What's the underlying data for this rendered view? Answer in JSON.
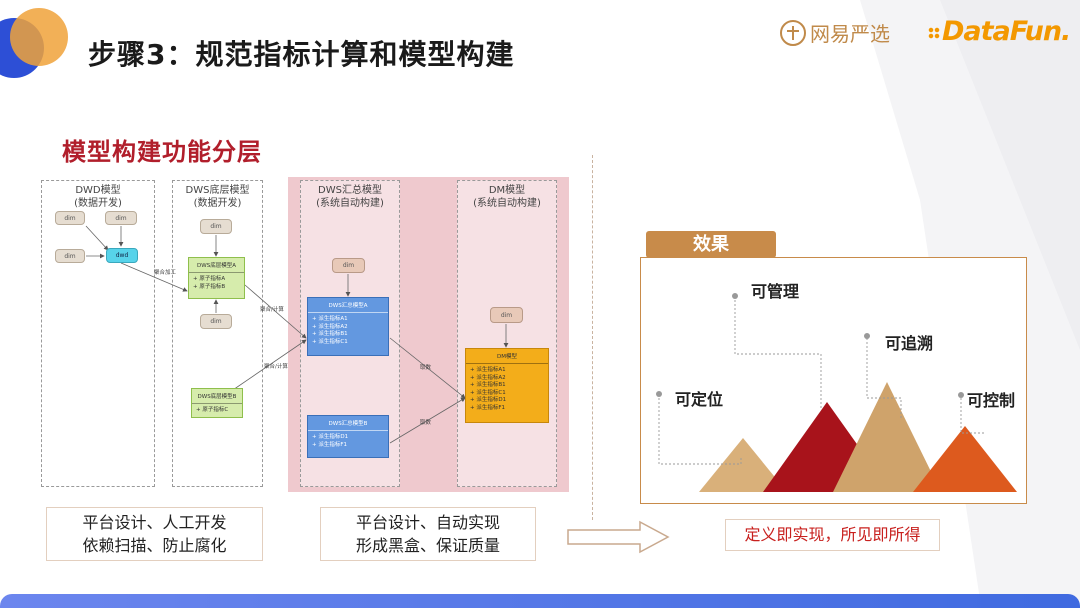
{
  "header": {
    "title": "步骤3：规范指标计算和模型构建",
    "logo_yanxuan": "网易严选",
    "logo_datafun": "DataFun."
  },
  "section_title": "模型构建功能分层",
  "layers": {
    "dwd": {
      "title": "DWD模型",
      "subtitle": "(数据开发)"
    },
    "dws_base": {
      "title": "DWS底层模型",
      "subtitle": "(数据开发)"
    },
    "dws_summary": {
      "title": "DWS汇总模型",
      "subtitle": "(系统自动构建)"
    },
    "dm": {
      "title": "DM模型",
      "subtitle": "(系统自动构建)"
    }
  },
  "nodes": {
    "dim": "dim",
    "dwd": "dwd",
    "dws_base_a": {
      "name": "DWS底层模型A",
      "items": [
        "原子指标A",
        "原子指标B"
      ]
    },
    "dws_base_b": {
      "name": "DWS底层模型B",
      "items": [
        "原子指标C"
      ]
    },
    "dws_sum_a": {
      "name": "DWS汇总模型A",
      "items": [
        "派生指标A1",
        "派生指标A2",
        "派生指标B1",
        "派生指标C1"
      ]
    },
    "dws_sum_b": {
      "name": "DWS汇总模型B",
      "items": [
        "派生指标D1",
        "派生指标F1"
      ]
    },
    "dm_model": {
      "name": "DM模型",
      "items": [
        "派生指标A1",
        "派生指标A2",
        "派生指标B1",
        "派生指标C1",
        "派生指标D1",
        "派生指标F1"
      ]
    }
  },
  "edge_labels": {
    "agg_process": "聚合加工",
    "agg_calc_1": "聚合/计算",
    "agg_calc_2": "聚合/计算",
    "copy_1": "取数",
    "copy_2": "取数"
  },
  "notes": {
    "left_line1": "平台设计、人工开发",
    "left_line2": "依赖扫描、防止腐化",
    "right_line1": "平台设计、自动实现",
    "right_line2": "形成黑盒、保证质量"
  },
  "effect": {
    "badge": "效果",
    "labels": [
      "可定位",
      "可管理",
      "可追溯",
      "可控制"
    ],
    "colors": [
      "#d9b07a",
      "#a8131b",
      "#cfa36b",
      "#dd5a1e"
    ],
    "result": "定义即实现，所见即所得"
  }
}
